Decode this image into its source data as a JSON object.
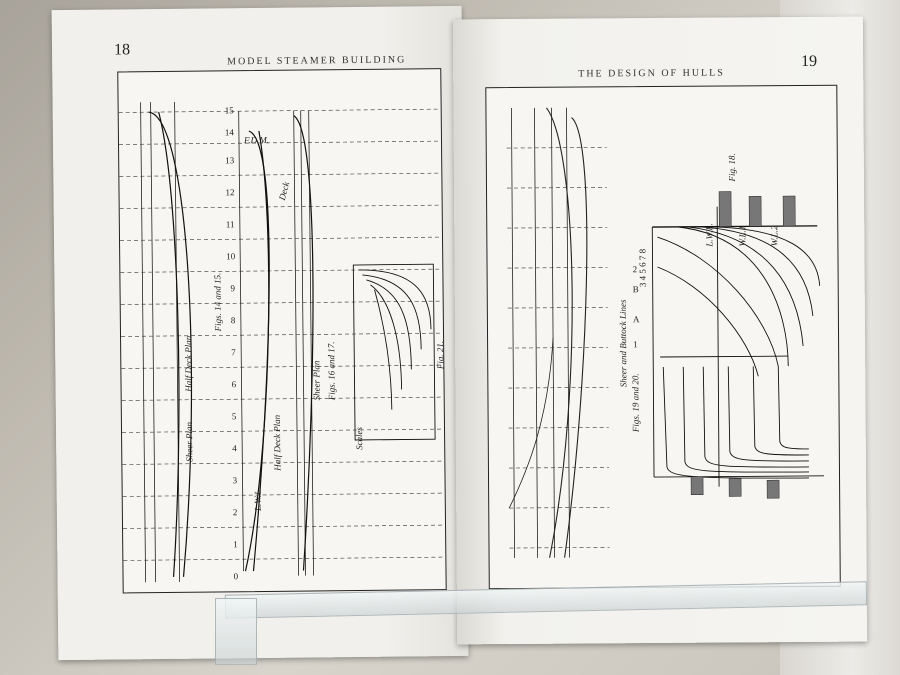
{
  "left_page": {
    "page_number": "18",
    "running_head": "MODEL STEAMER BUILDING",
    "captions": {
      "figs_14_15": "Figs. 14 and 15.",
      "figs_16_17": "Figs. 16 and 17.",
      "fig_21": "Fig. 21.",
      "sheer_plan": "Sheer Plan",
      "half_deck_plan": "Half Deck Plan",
      "half_deck_plan_2": "Half Deck Plan",
      "sheer_plan_2": "Sheer Plan",
      "deck": "Deck",
      "fdm": "F.D.M.",
      "lwl": "L.W.L.",
      "scales": "Scales"
    },
    "station_numbers": [
      "0",
      "1",
      "2",
      "3",
      "4",
      "5",
      "6",
      "7",
      "8",
      "9",
      "10",
      "11",
      "12",
      "13",
      "14",
      "15"
    ]
  },
  "right_page": {
    "page_number": "19",
    "running_head": "THE DESIGN OF HULLS",
    "captions": {
      "fig_18": "Fig. 18.",
      "figs_19_20": "Figs. 19 and 20.",
      "sheer_buttock": "Sheer and Buttock Lines",
      "lwl": "L.W.L.",
      "wl1": "W.L.1",
      "wl2": "W.L.2",
      "stations": "3 4 5 6 7 8",
      "a": "A",
      "b": "B",
      "one": "1",
      "two": "2"
    }
  }
}
